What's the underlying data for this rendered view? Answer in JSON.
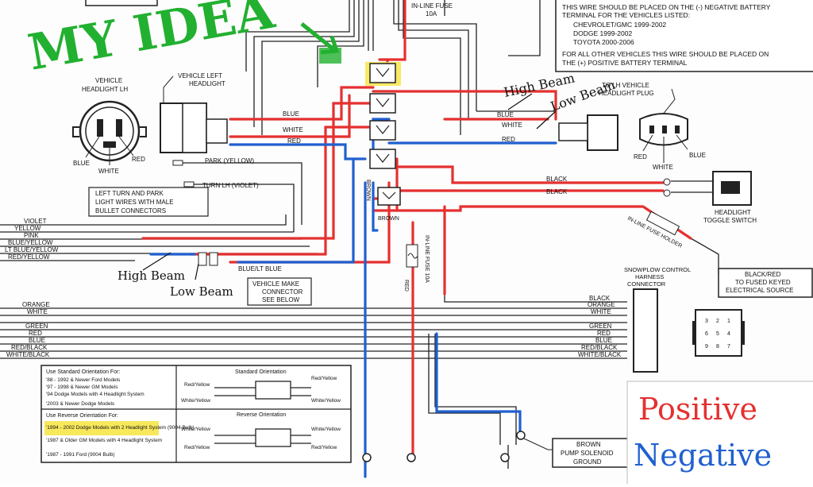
{
  "annotations": {
    "my_idea": "MY IDEA",
    "high_beam_right": "High Beam",
    "low_beam_right": "Low Beam",
    "high_beam_left": "High Beam",
    "low_beam_left": "Low Beam",
    "legend_positive": "Positive",
    "legend_negative": "Negative"
  },
  "colors": {
    "positive": "#e53030",
    "negative": "#2060d0",
    "annotation_green": "#22b030",
    "highlight_yellow": "#f7e64a"
  },
  "labels": {
    "vehicle_headlight_lh": [
      "VEHICLE",
      "HEADLIGHT LH"
    ],
    "vehicle_left_headlight": [
      "VEHICLE LEFT",
      "HEADLIGHT"
    ],
    "to_lh_vehicle_headlight_plug": [
      "TO LH VEHICLE",
      "HEADLIGHT PLUG"
    ],
    "blue": "BLUE",
    "white": "WHITE",
    "red": "RED",
    "park_yellow": "PARK (YELLOW)",
    "turn_lh_violet": "TURN LH (VIOLET)",
    "left_turn_note": [
      "LEFT TURN AND PARK",
      "LIGHT WIRES WITH MALE",
      "BULLET CONNECTORS"
    ],
    "black": "BLACK",
    "headlight_toggle_switch": [
      "HEADLIGHT",
      "TOGGLE SWITCH"
    ],
    "in_line_fuse_top": [
      "IN-LINE FUSE",
      "10A"
    ],
    "in_line_fuse_mid": "IN-LINE FUSE 10A",
    "in_line_fuse_holder": "IN-LINE FUSE HOLDER",
    "black_red_fused": [
      "BLACK/RED",
      "TO FUSED KEYED",
      "ELECTRICAL SOURCE"
    ],
    "brown": "BROWN",
    "red_vert": "RED",
    "vehicle_make_connector": [
      "VEHICLE MAKE",
      "CONNECTOR",
      "SEE BELOW"
    ],
    "blue_lt_blue": "BLUE/LT BLUE",
    "snowplow_control": [
      "SNOWPLOW CONTROL",
      "HARNESS",
      "CONNECTOR"
    ],
    "brown_pump": [
      "BROWN",
      "PUMP SOLENOID",
      "GROUND"
    ],
    "standard_orientation": "Standard Orientation",
    "reverse_orientation": "Reverse Orientation",
    "red_yellow": "Red/Yellow",
    "white_yellow": "White/Yellow",
    "connector_pins": [
      "3",
      "2",
      "1",
      "6",
      "5",
      "4",
      "9",
      "8",
      "7"
    ]
  },
  "battery_note": [
    "THIS WIRE SHOULD BE PLACED ON THE (-) NEGATIVE BATTERY",
    "TERMINAL FOR THE VEHICLES LISTED:",
    "CHEVROLET/GMC 1999-2002",
    "DODGE 1999-2002",
    "TOYOTA 2000-2006",
    "FOR ALL OTHER VEHICLES THIS WIRE SHOULD BE PLACED ON",
    "THE (+) POSITIVE BATTERY TERMINAL"
  ],
  "left_wire_labels": [
    "VIOLET",
    "YELLOW",
    "PINK",
    "BLUE/YELLOW",
    "LT BLUE/YELLOW",
    "RED/YELLOW"
  ],
  "harness_wire_labels": [
    "ORANGE",
    "WHITE",
    "GREEN",
    "RED",
    "BLUE",
    "RED/BLACK",
    "WHITE/BLACK"
  ],
  "right_harness_labels": [
    "BLACK",
    "ORANGE",
    "WHITE",
    "GREEN",
    "RED",
    "BLUE",
    "RED/BLACK",
    "WHITE/BLACK"
  ],
  "orientation_table": {
    "standard_title": "Use Standard Orientation For:",
    "standard_items": [
      "'88 - 1992 & Newer Ford Models",
      "'97 - 1998 & Newer GM Models",
      "'94 Dodge Models with 4 Headlight System",
      "'2003 & Newer Dodge Models"
    ],
    "reverse_title": "Use Reverse Orientation For:",
    "reverse_items": [
      "'1994 - 2002 Dodge Models with 2 Headlight System (9004 Bulb)",
      "'1987 & Older GM Models with 4 Headlight System",
      "'1987 - 1991 Ford (9004 Bulb)"
    ]
  }
}
